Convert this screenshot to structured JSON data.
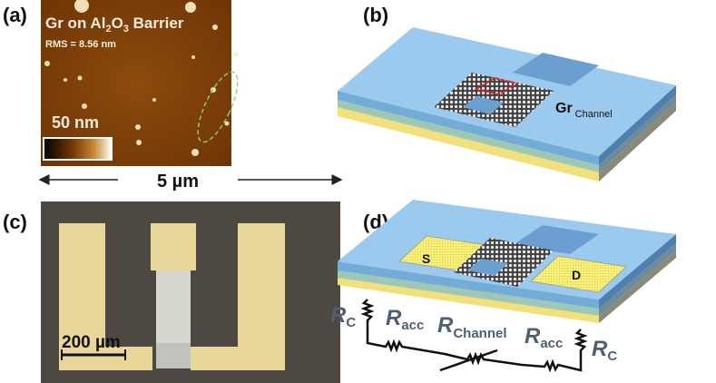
{
  "panels": {
    "a": {
      "label": "(a)",
      "title_prefix": "Gr on Al",
      "title_sub1": "2",
      "title_mid": "O",
      "title_sub2": "3",
      "title_suffix": " Barrier",
      "rms": "RMS = 8.56 nm",
      "colorbar_label": "50 nm",
      "scale_label": "5 µm"
    },
    "b": {
      "label": "(b)",
      "gr_label": "Gr",
      "gr_sub": "Channel"
    },
    "c": {
      "label": "(c)",
      "scale_label": "200 µm"
    },
    "d": {
      "label": "(d)",
      "source": "S",
      "drain": "D",
      "circuit": {
        "rc_left": "R",
        "rc_left_sub": "C",
        "racc_left": "R",
        "racc_left_sub": "acc",
        "rchannel": "R",
        "rchannel_sub": "Channel",
        "racc_right": "R",
        "racc_right_sub": "acc",
        "rc_right": "R",
        "rc_right_sub": "C"
      }
    }
  },
  "colors": {
    "afm": "#8a4a0c",
    "substrate": "#8fc0e6",
    "gold": "#f4e77a",
    "pad": "#e9d79a",
    "photo_bg": "#4d4842"
  }
}
